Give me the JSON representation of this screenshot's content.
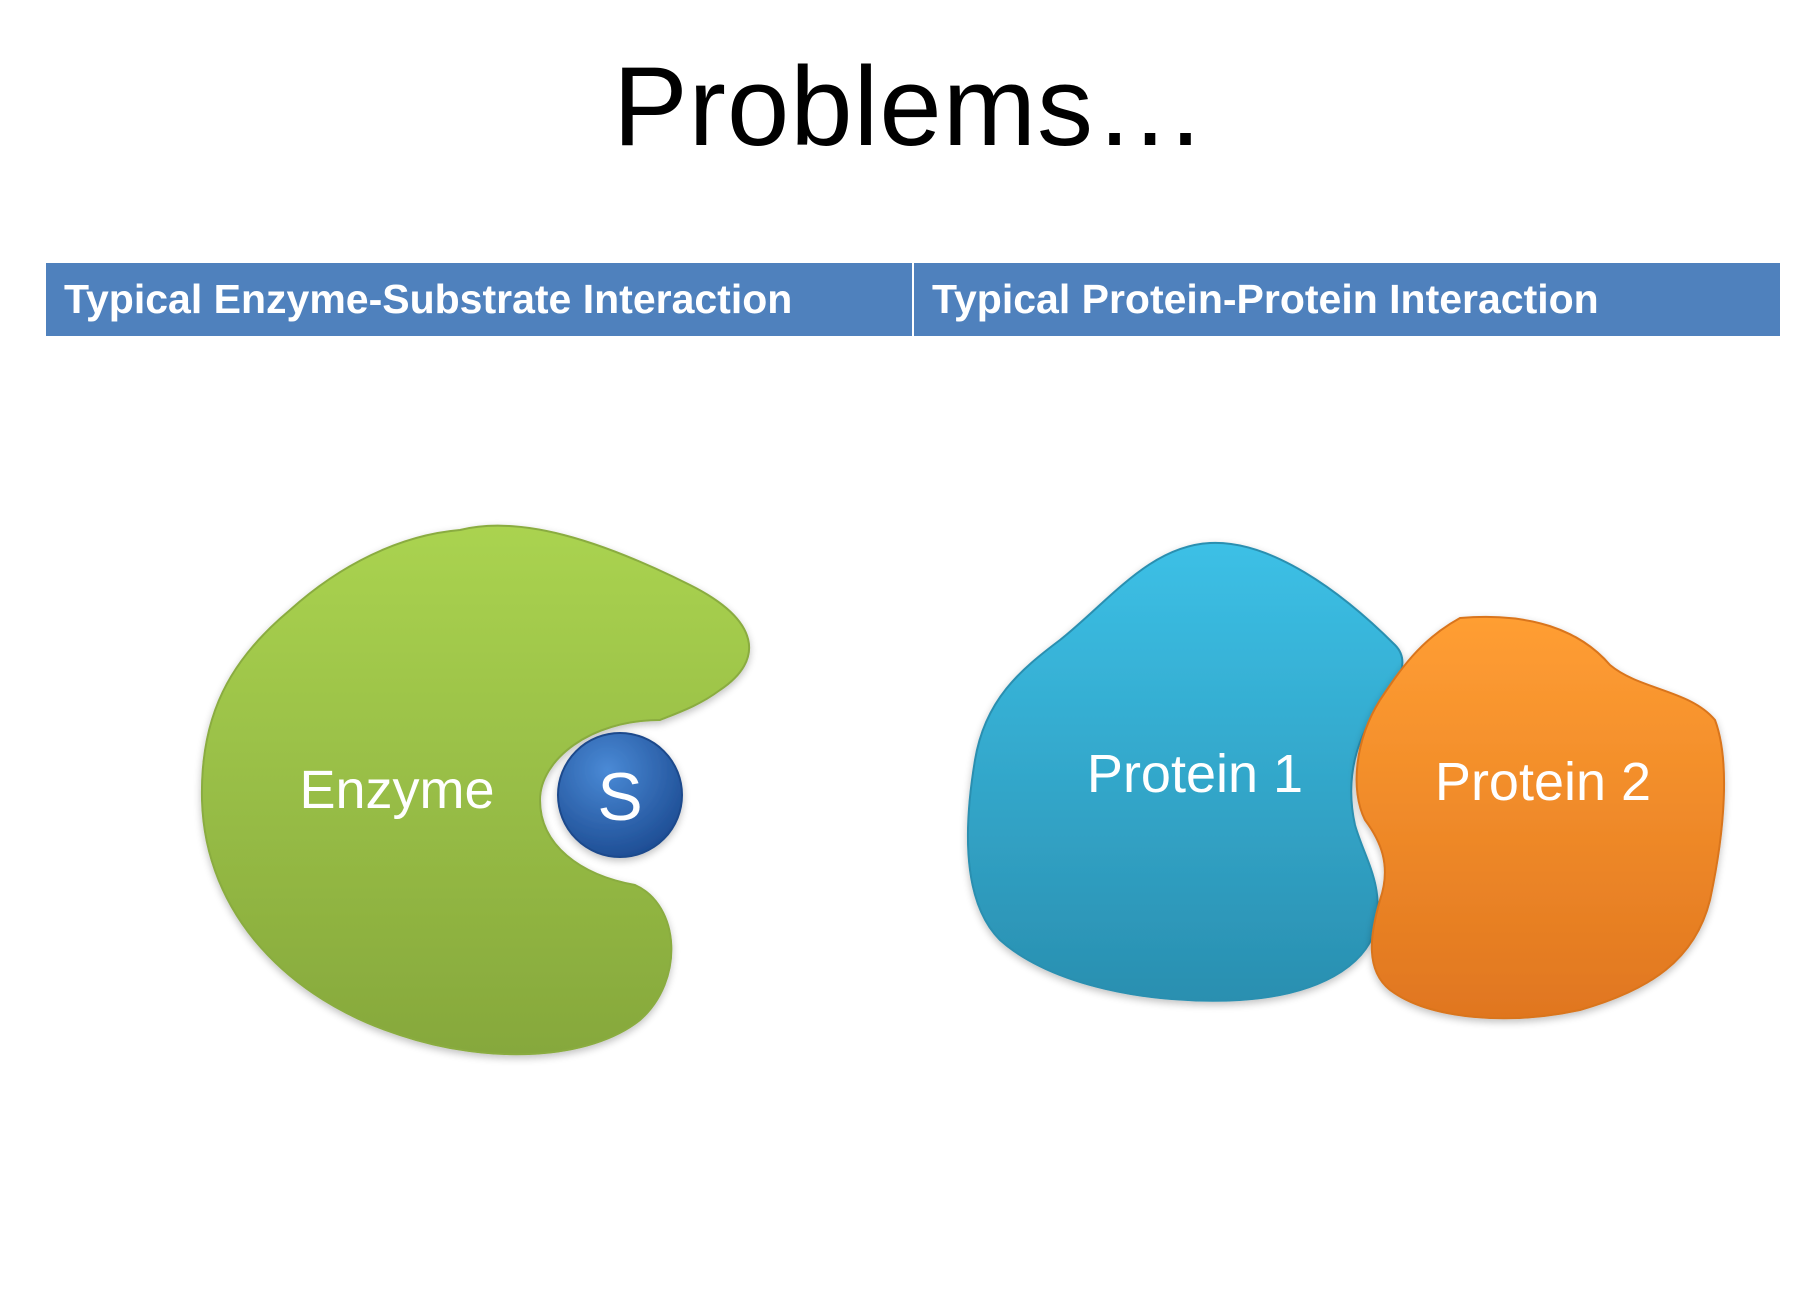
{
  "title": "Problems…",
  "headers": {
    "left": "Typical Enzyme-Substrate Interaction",
    "right": "Typical Protein-Protein Interaction"
  },
  "enzyme_panel": {
    "enzyme_label": "Enzyme",
    "substrate_label": "S"
  },
  "protein_panel": {
    "protein1_label": "Protein 1",
    "protein2_label": "Protein 2"
  },
  "colors": {
    "header_bg": "#4f81bd",
    "enzyme": "#9bbb4a",
    "substrate": "#2e6db4",
    "protein1": "#31a8d0",
    "protein2": "#f28b26"
  }
}
